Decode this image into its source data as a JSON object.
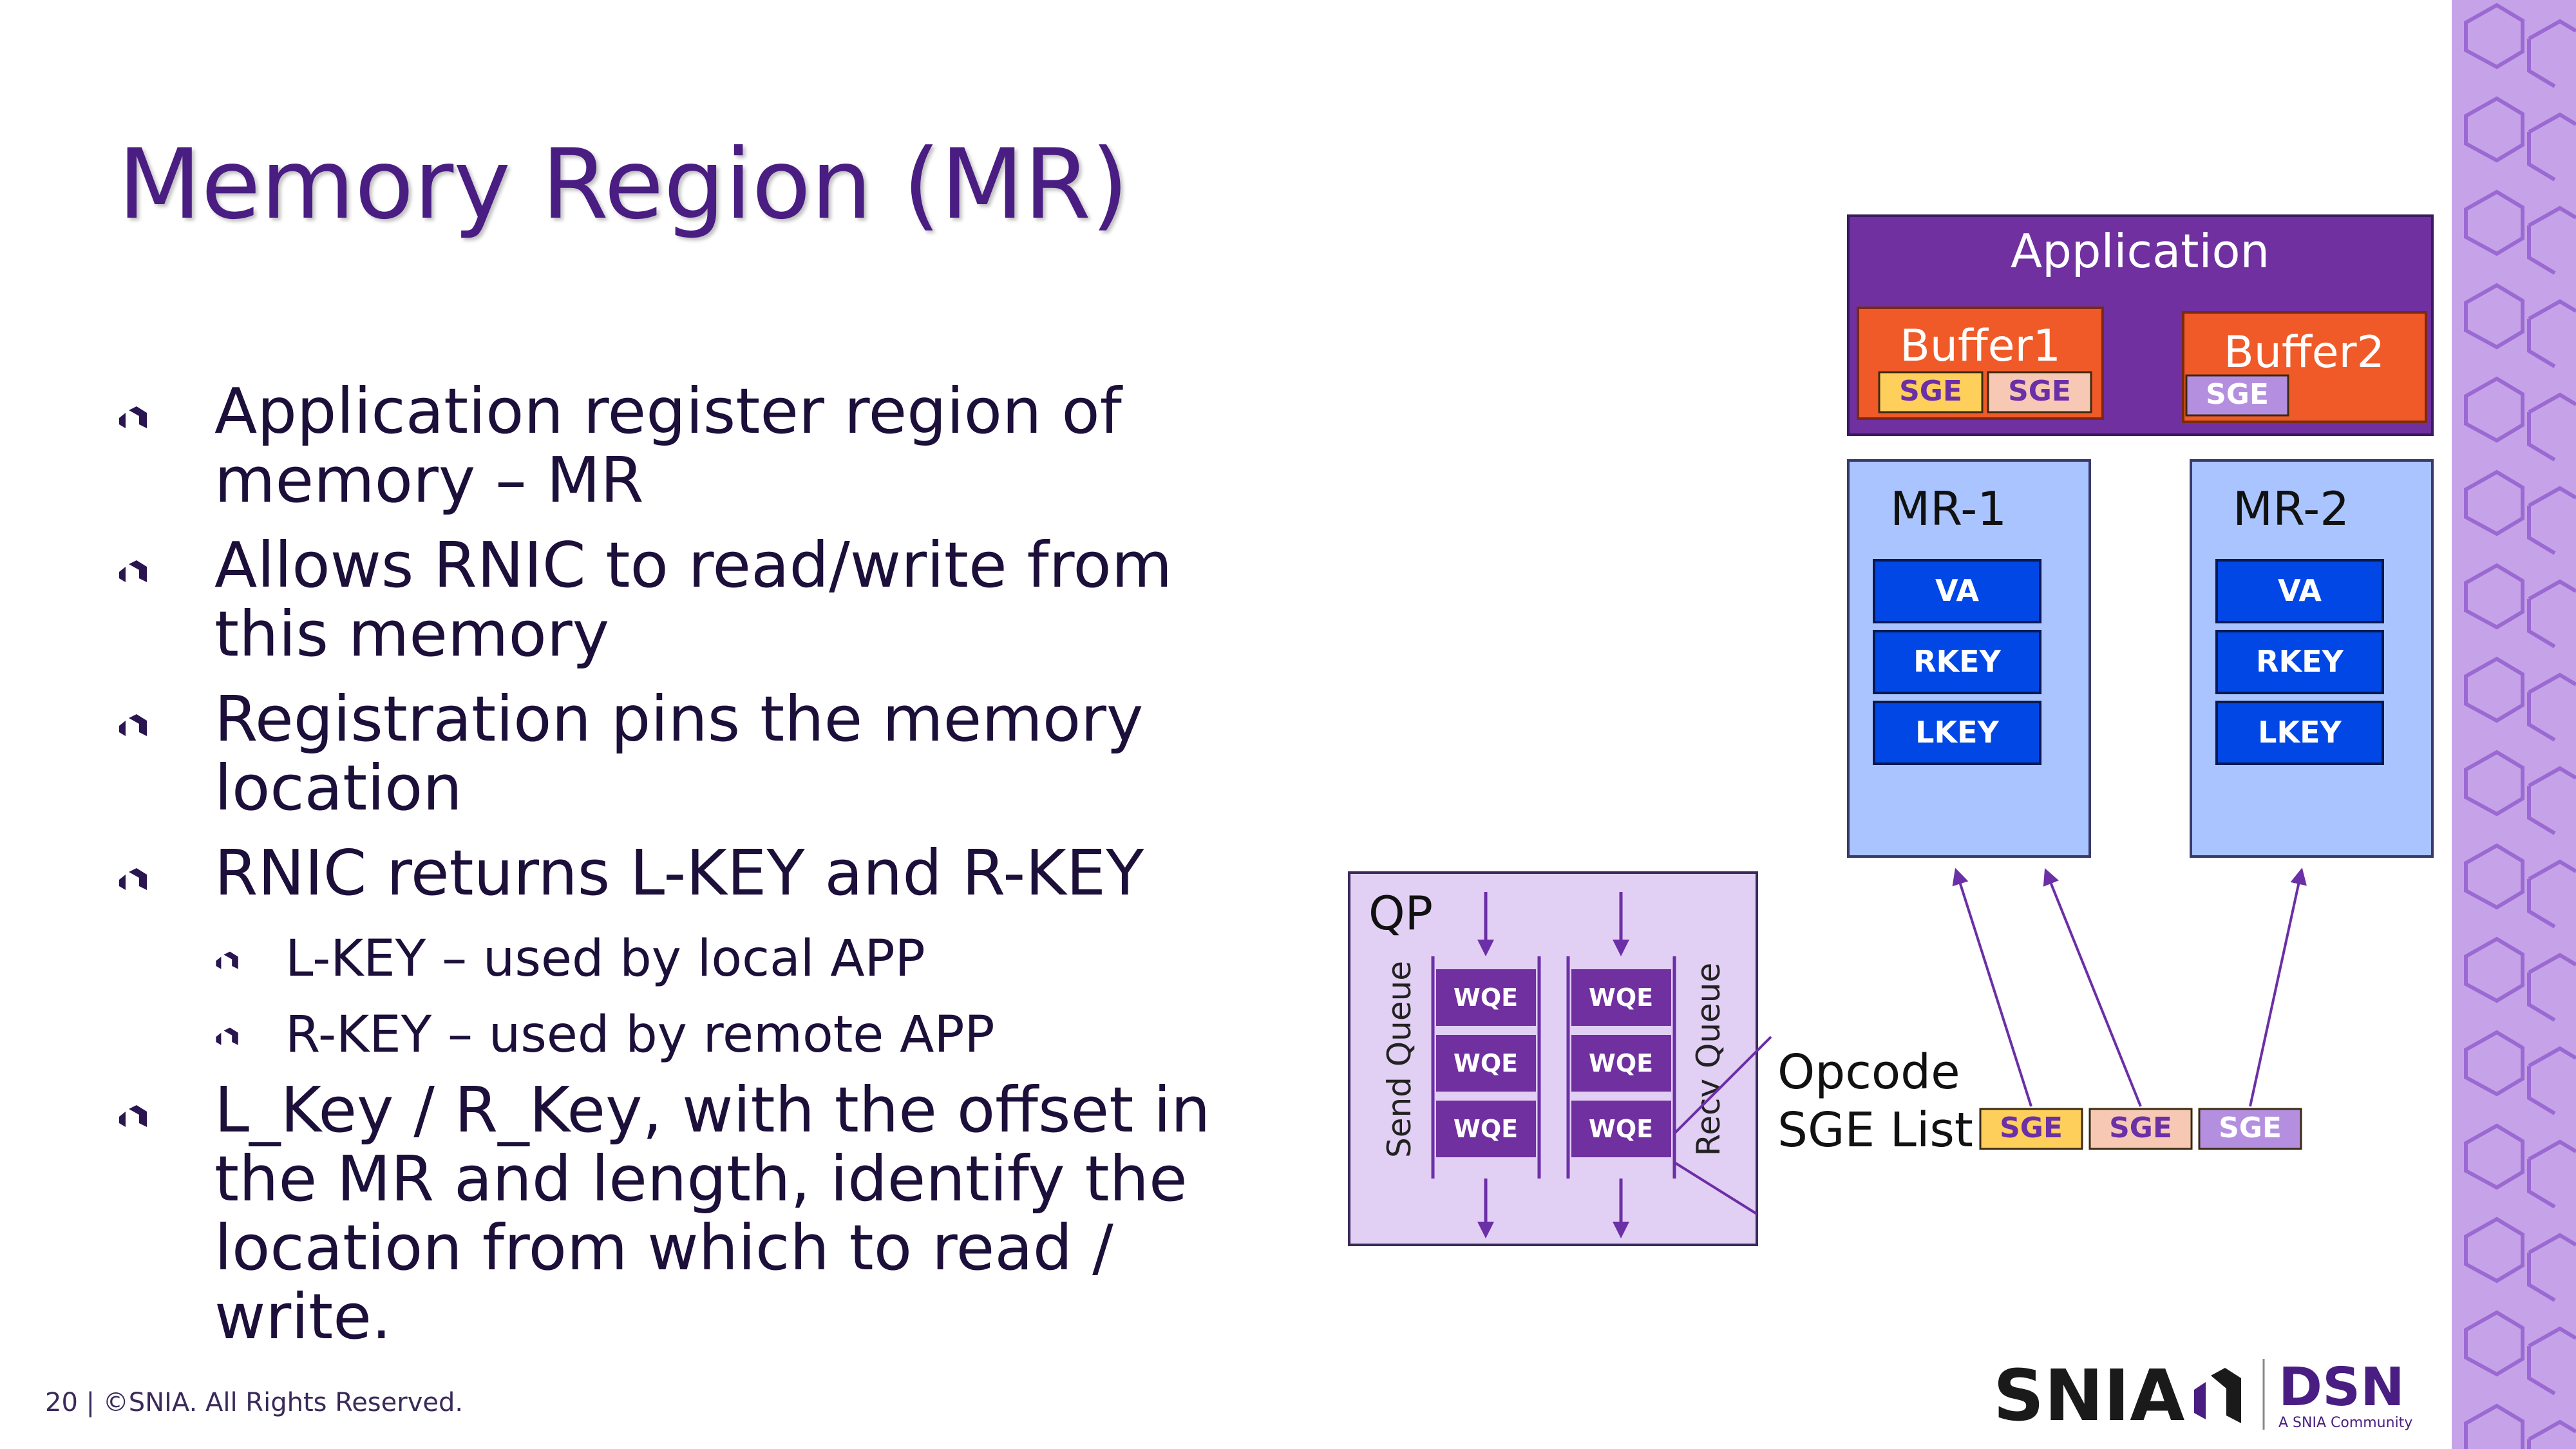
{
  "slide": {
    "title": "Memory Region (MR)",
    "bullets": [
      {
        "text": "Application register region of memory – MR",
        "level": 1
      },
      {
        "text": "Allows RNIC to read/write from this memory",
        "level": 1
      },
      {
        "text": "Registration pins the memory location",
        "level": 1
      },
      {
        "text": "RNIC returns L-KEY and R-KEY",
        "level": 1
      },
      {
        "text": "L-KEY – used by local APP",
        "level": 2
      },
      {
        "text": "R-KEY – used by remote APP",
        "level": 2
      },
      {
        "text": "L_Key / R_Key, with the offset in the MR and length, identify the location from which to read / write.",
        "level": 1
      }
    ],
    "footer": "20 | ©SNIA. All Rights Reserved.",
    "brand": {
      "snia": "SNIA",
      "dsn": "DSN",
      "dsn_sub": "A SNIA Community"
    }
  },
  "diagram": {
    "application": {
      "label": "Application"
    },
    "buffers": [
      {
        "label": "Buffer1",
        "sges": [
          "SGE",
          "SGE"
        ]
      },
      {
        "label": "Buffer2",
        "sges": [
          "SGE"
        ]
      }
    ],
    "mrs": [
      {
        "label": "MR-1",
        "fields": [
          "VA",
          "RKEY",
          "LKEY"
        ]
      },
      {
        "label": "MR-2",
        "fields": [
          "VA",
          "RKEY",
          "LKEY"
        ]
      }
    ],
    "qp": {
      "label": "QP",
      "send_queue": {
        "label": "Send Queue",
        "wqes": [
          "WQE",
          "WQE",
          "WQE"
        ]
      },
      "recv_queue": {
        "label": "Recv Queue",
        "wqes": [
          "WQE",
          "WQE",
          "WQE"
        ]
      }
    },
    "opcode": {
      "line1": "Opcode",
      "line2": "SGE List",
      "sges": [
        "SGE",
        "SGE",
        "SGE"
      ]
    }
  },
  "colors": {
    "title": "#4a1d82",
    "application": "#7030a0",
    "buffer": "#f05a28",
    "sge_yellow": "#ffcf5c",
    "sge_peach": "#f7c9b5",
    "sge_lilac": "#b48fe0",
    "mr_box": "#aac4ff",
    "mr_field": "#0047e6",
    "qp_box": "#e2cff4",
    "wqe": "#7030a0",
    "stripe": "#c6a3e8"
  }
}
